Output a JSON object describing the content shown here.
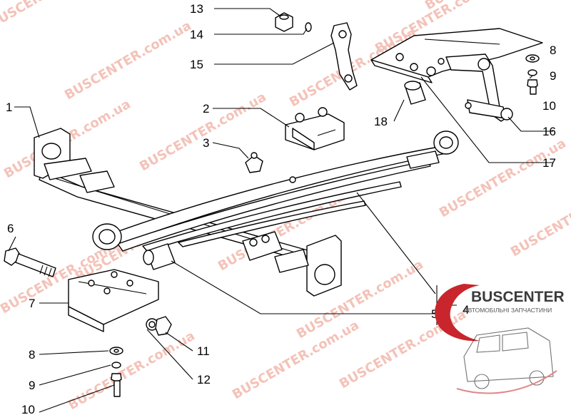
{
  "watermark": {
    "text": "BUSCENTER.com.ua",
    "color": "#f4c2b8"
  },
  "logo": {
    "name": "BUSCENTER",
    "tagline": "АВТОМОБІЛЬНІ ЗАПЧАСТИНИ",
    "accent": "#c8262c"
  },
  "callouts": {
    "p1": "1",
    "p2": "2",
    "p3": "3",
    "p4": "4",
    "p5": "5",
    "p6": "6",
    "p7": "7",
    "p8a": "8",
    "p9a": "9",
    "p10a": "10",
    "p11": "11",
    "p12": "12",
    "p8b": "8",
    "p9b": "9",
    "p10b": "10",
    "p13": "13",
    "p14": "14",
    "p15": "15",
    "p16": "16",
    "p17": "17",
    "p18": "18"
  }
}
